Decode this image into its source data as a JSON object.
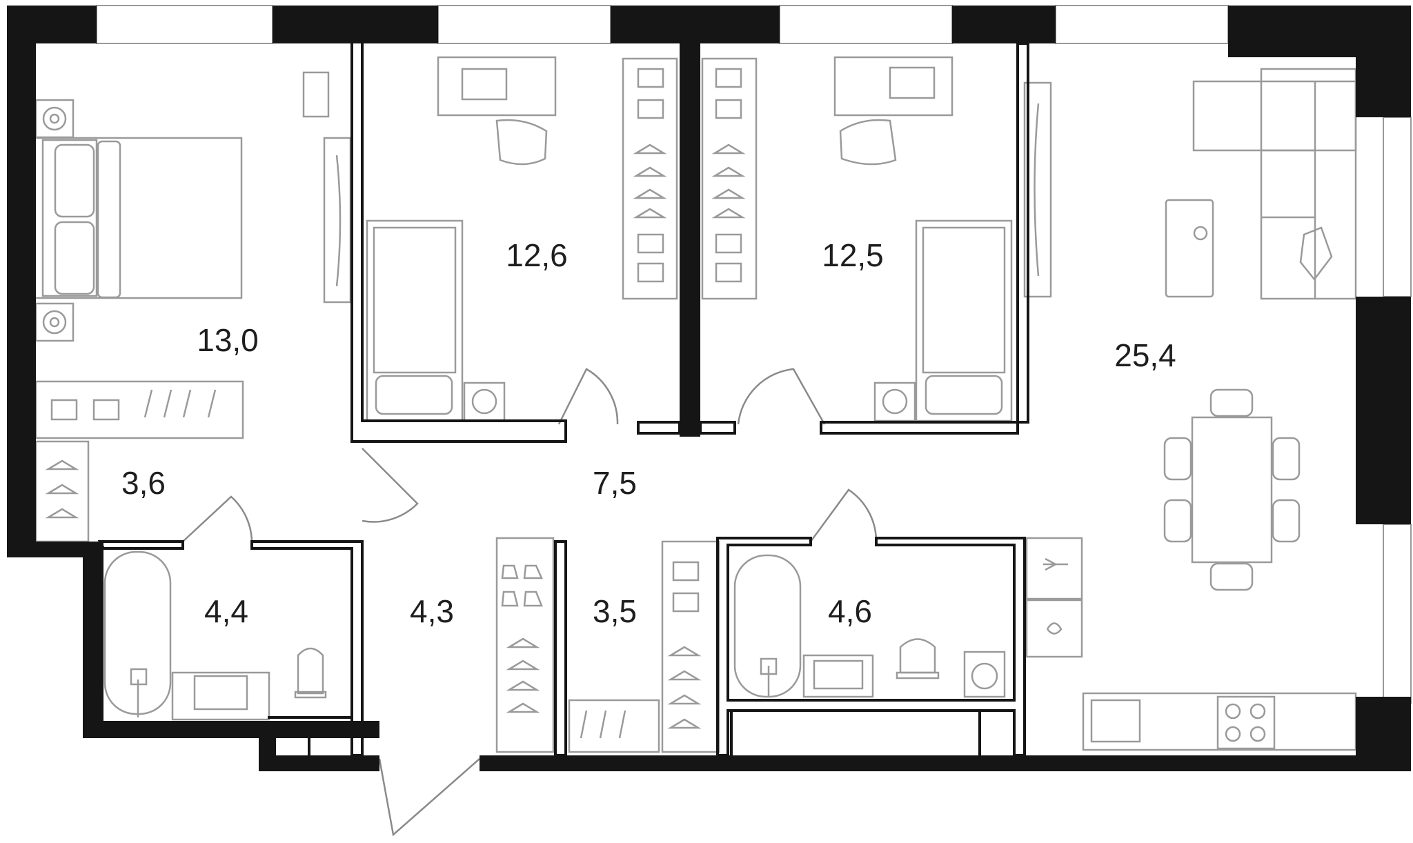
{
  "rooms": [
    {
      "id": "bedroom-master",
      "area": "13,0"
    },
    {
      "id": "bedroom-1",
      "area": "12,6"
    },
    {
      "id": "bedroom-2",
      "area": "12,5"
    },
    {
      "id": "living-kitchen",
      "area": "25,4"
    },
    {
      "id": "wardrobe-1",
      "area": "3,6"
    },
    {
      "id": "hallway",
      "area": "7,5"
    },
    {
      "id": "bathroom-1",
      "area": "4,4"
    },
    {
      "id": "entrance",
      "area": "4,3"
    },
    {
      "id": "wardrobe-2",
      "area": "3,5"
    },
    {
      "id": "bathroom-2",
      "area": "4,6"
    }
  ],
  "colors": {
    "wall": "#151515",
    "furniture": "#9a9a9a",
    "background": "#ffffff",
    "text": "#1e1e1e"
  },
  "icons": [
    "bed-icon",
    "desk-icon",
    "laptop-icon",
    "chair-icon",
    "hanger-icon",
    "folded-shirt-icon",
    "shoes-icon",
    "bathtub-icon",
    "toilet-icon",
    "sink-icon",
    "washing-machine-icon",
    "stove-icon",
    "sofa-icon",
    "dining-table-icon",
    "tv-icon",
    "nightstand-icon"
  ]
}
